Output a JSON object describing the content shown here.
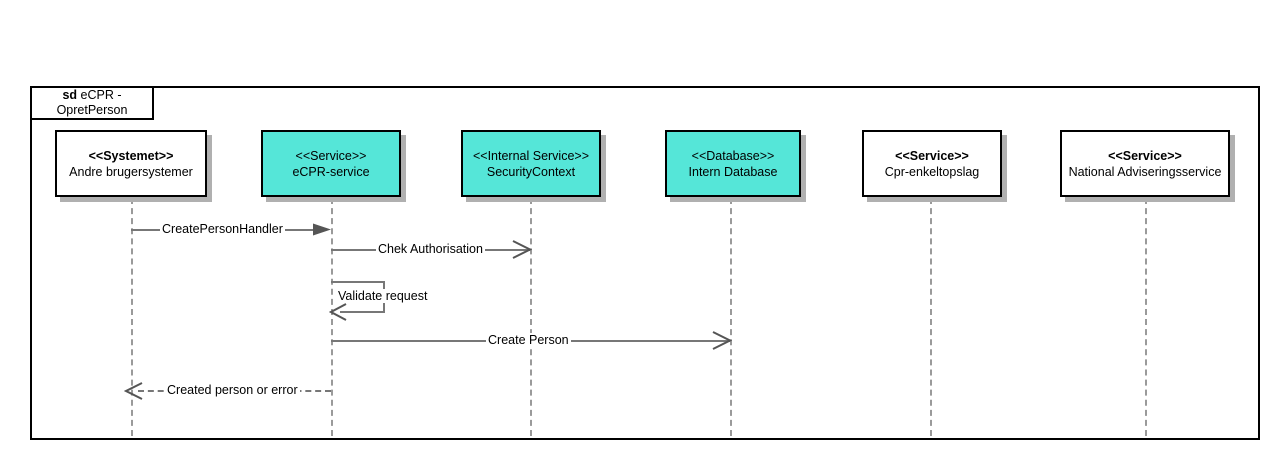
{
  "diagram": {
    "type": "uml-sequence-diagram",
    "frame_keyword": "sd",
    "frame_title": "eCPR - OpretPerson",
    "colors": {
      "teal_fill": "#55E6D8",
      "white_fill": "#FFFFFF",
      "border": "#000000",
      "line": "#777777",
      "lifeline": "#9A9A9A",
      "shadow": "#B0B0B0"
    }
  },
  "lifelines": [
    {
      "stereotype": "<<Systemet>>",
      "name": "Andre brugersystemer",
      "fill": "white"
    },
    {
      "stereotype": "<<Service>>",
      "name": "eCPR-service",
      "fill": "teal"
    },
    {
      "stereotype": "<<Internal Service>>",
      "name": "SecurityContext",
      "fill": "teal"
    },
    {
      "stereotype": "<<Database>>",
      "name": "Intern Database",
      "fill": "teal"
    },
    {
      "stereotype": "<<Service>>",
      "name": "Cpr-enkeltopslag",
      "fill": "white"
    },
    {
      "stereotype": "<<Service>>",
      "name": "National Adviseringsservice",
      "fill": "white"
    }
  ],
  "messages": [
    {
      "label": "CreatePersonHandler",
      "from": 0,
      "to": 1,
      "style": "solid",
      "arrowhead": "filled",
      "direction": "right"
    },
    {
      "label": "Chek Authorisation",
      "from": 1,
      "to": 2,
      "style": "solid",
      "arrowhead": "open",
      "direction": "right"
    },
    {
      "label": "Validate request",
      "from": 1,
      "to": 1,
      "style": "solid",
      "arrowhead": "open",
      "direction": "self"
    },
    {
      "label": "Create Person",
      "from": 1,
      "to": 3,
      "style": "solid",
      "arrowhead": "open",
      "direction": "right"
    },
    {
      "label": "Created person or error",
      "from": 1,
      "to": 0,
      "style": "dashed",
      "arrowhead": "open",
      "direction": "left"
    }
  ]
}
